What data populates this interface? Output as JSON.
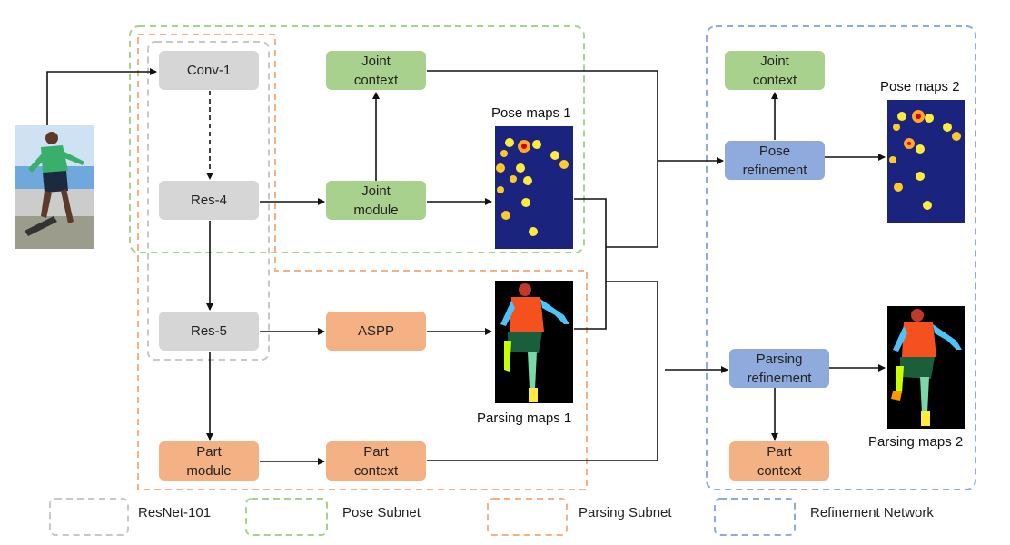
{
  "nodes": {
    "conv1": "Conv-1",
    "res4": "Res-4",
    "res5": "Res-5",
    "part_module": "Part\nmodule",
    "joint_context_1": "Joint\ncontext",
    "joint_module": "Joint\nmodule",
    "aspp": "ASPP",
    "part_context_1": "Part\ncontext",
    "joint_context_2": "Joint\ncontext",
    "pose_refinement": "Pose\nrefinement",
    "parsing_refinement": "Parsing\nrefinement",
    "part_context_2": "Part\ncontext"
  },
  "labels": {
    "pose_maps_1": "Pose maps 1",
    "parsing_maps_1": "Parsing maps 1",
    "pose_maps_2": "Pose maps 2",
    "parsing_maps_2": "Parsing maps 2"
  },
  "legend": [
    {
      "label": "ResNet-101",
      "color": "#c8c8c8"
    },
    {
      "label": "Pose Subnet",
      "color": "#a9d18e"
    },
    {
      "label": "Parsing Subnet",
      "color": "#f4b183"
    },
    {
      "label": "Refinement Network",
      "color": "#8faadc"
    }
  ],
  "colors": {
    "resnet": "#c8c8c8",
    "pose": "#a9d18e",
    "parsing": "#f4b183",
    "refinement": "#8faadc",
    "heatmap_bg": "#1a237e",
    "arrow": "#111111"
  }
}
